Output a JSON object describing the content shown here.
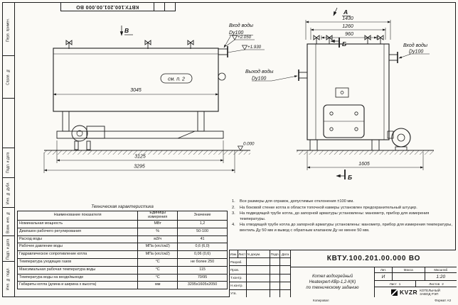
{
  "frame": {
    "top_stamp": "КВТУ.100.201.00.000 ВО",
    "side_labels": [
      "Перв. примен.",
      "Справ. №",
      "Подп. и дата",
      "Инв. № дубл.",
      "Взам. инв. №",
      "Подп. и дата",
      "Инв. № подл."
    ],
    "bottom_left": "Копировал",
    "bottom_right": "Формат А3"
  },
  "drawing": {
    "left_view": {
      "view_label": "В",
      "see_note": "см. п. 2",
      "inlet_label": "Вход воды",
      "inlet_dn": "Dy100",
      "elev_pipe_top": "+2.050",
      "elev_pipe": "+1.930",
      "elev_zero": "0.000",
      "dim_inner": "3045",
      "dim_frame": "3125",
      "dim_total": "3295"
    },
    "right_view": {
      "view_label": "А",
      "section_label_top": "Б",
      "section_label_bottom": "Б",
      "inlet_label": "Вход воды",
      "inlet_dn": "Dy100",
      "outlet_label": "Выход воды",
      "outlet_dn": "Dy100",
      "dim_width_total": "1430",
      "dim_width_mid": "1260",
      "dim_width_inner": "960",
      "dim_depth": "1605"
    }
  },
  "notes": [
    {
      "n": "1.",
      "text": "Все размеры для справок, допустимые отклонения ±100 мм."
    },
    {
      "n": "2.",
      "text": "На боковой стенке котла в области топочной камеры установлен предохранительный штуцер."
    },
    {
      "n": "3.",
      "text": "На подводящей трубе котла, до запорной арматуры установлены: манометр, прибор для измерения температуры."
    },
    {
      "n": "4.",
      "text": "На отводящей трубе котла до запорной арматуры установлены: манометр, прибор для измерения температуры, вентиль Ду 50 мм и вывод с обратным клапаном Ду не менее 50 мм."
    }
  ],
  "tech_table": {
    "title": "Техническая характеристика",
    "headers": [
      "Наименование показателя",
      "Единицы измерения",
      "Значение"
    ],
    "rows": [
      [
        "Номинальная мощность",
        "МВт",
        "1,2"
      ],
      [
        "Диапазон рабочего регулирования",
        "%",
        "50-100"
      ],
      [
        "Расход воды",
        "м3/ч",
        "41"
      ],
      [
        "Рабочее давление воды",
        "МПа (кгс/см2)",
        "0,6 (6,0)"
      ],
      [
        "Гидравлическое сопротивление котла",
        "МПа (кгс/см2)",
        "0,06 (0,6)"
      ],
      [
        "Температура уходящих газов",
        "°С",
        "не более 250"
      ],
      [
        "Максимальная рабочая температура воды",
        "°С",
        "115"
      ],
      [
        "Температура воды на входе/выходе",
        "°С",
        "70/95"
      ],
      [
        "Габариты котла (длина и ширина х высота)",
        "мм",
        "3295х1605х2050"
      ]
    ]
  },
  "title_block": {
    "col_headers": [
      "Изм.",
      "Лист",
      "N докум.",
      "Подп.",
      "Дата"
    ],
    "rows": [
      "Разраб.",
      "Пров.",
      "Т.контр.",
      "Н.контр.",
      "Утв."
    ],
    "doc_number": "КВТУ.100.201.00.000 ВО",
    "product_line1": "Котел водогрейный",
    "product_line2": "Heatexpert-КВр-1,2-К(К)",
    "product_line3": "по техническому заданию",
    "lit_label": "Лит.",
    "mass_label": "Масса",
    "scale_label": "Масштаб",
    "lit_value": "И",
    "mass_value": "",
    "scale_value": "1:20",
    "sheet_label": "Лист",
    "sheet_value": "1",
    "sheets_label": "Листов",
    "sheets_value": "2",
    "logo_text": "KVZR",
    "company_line1": "КОТЕЛЬНЫЙ",
    "company_line2": "ЗАВОД РЭП"
  }
}
